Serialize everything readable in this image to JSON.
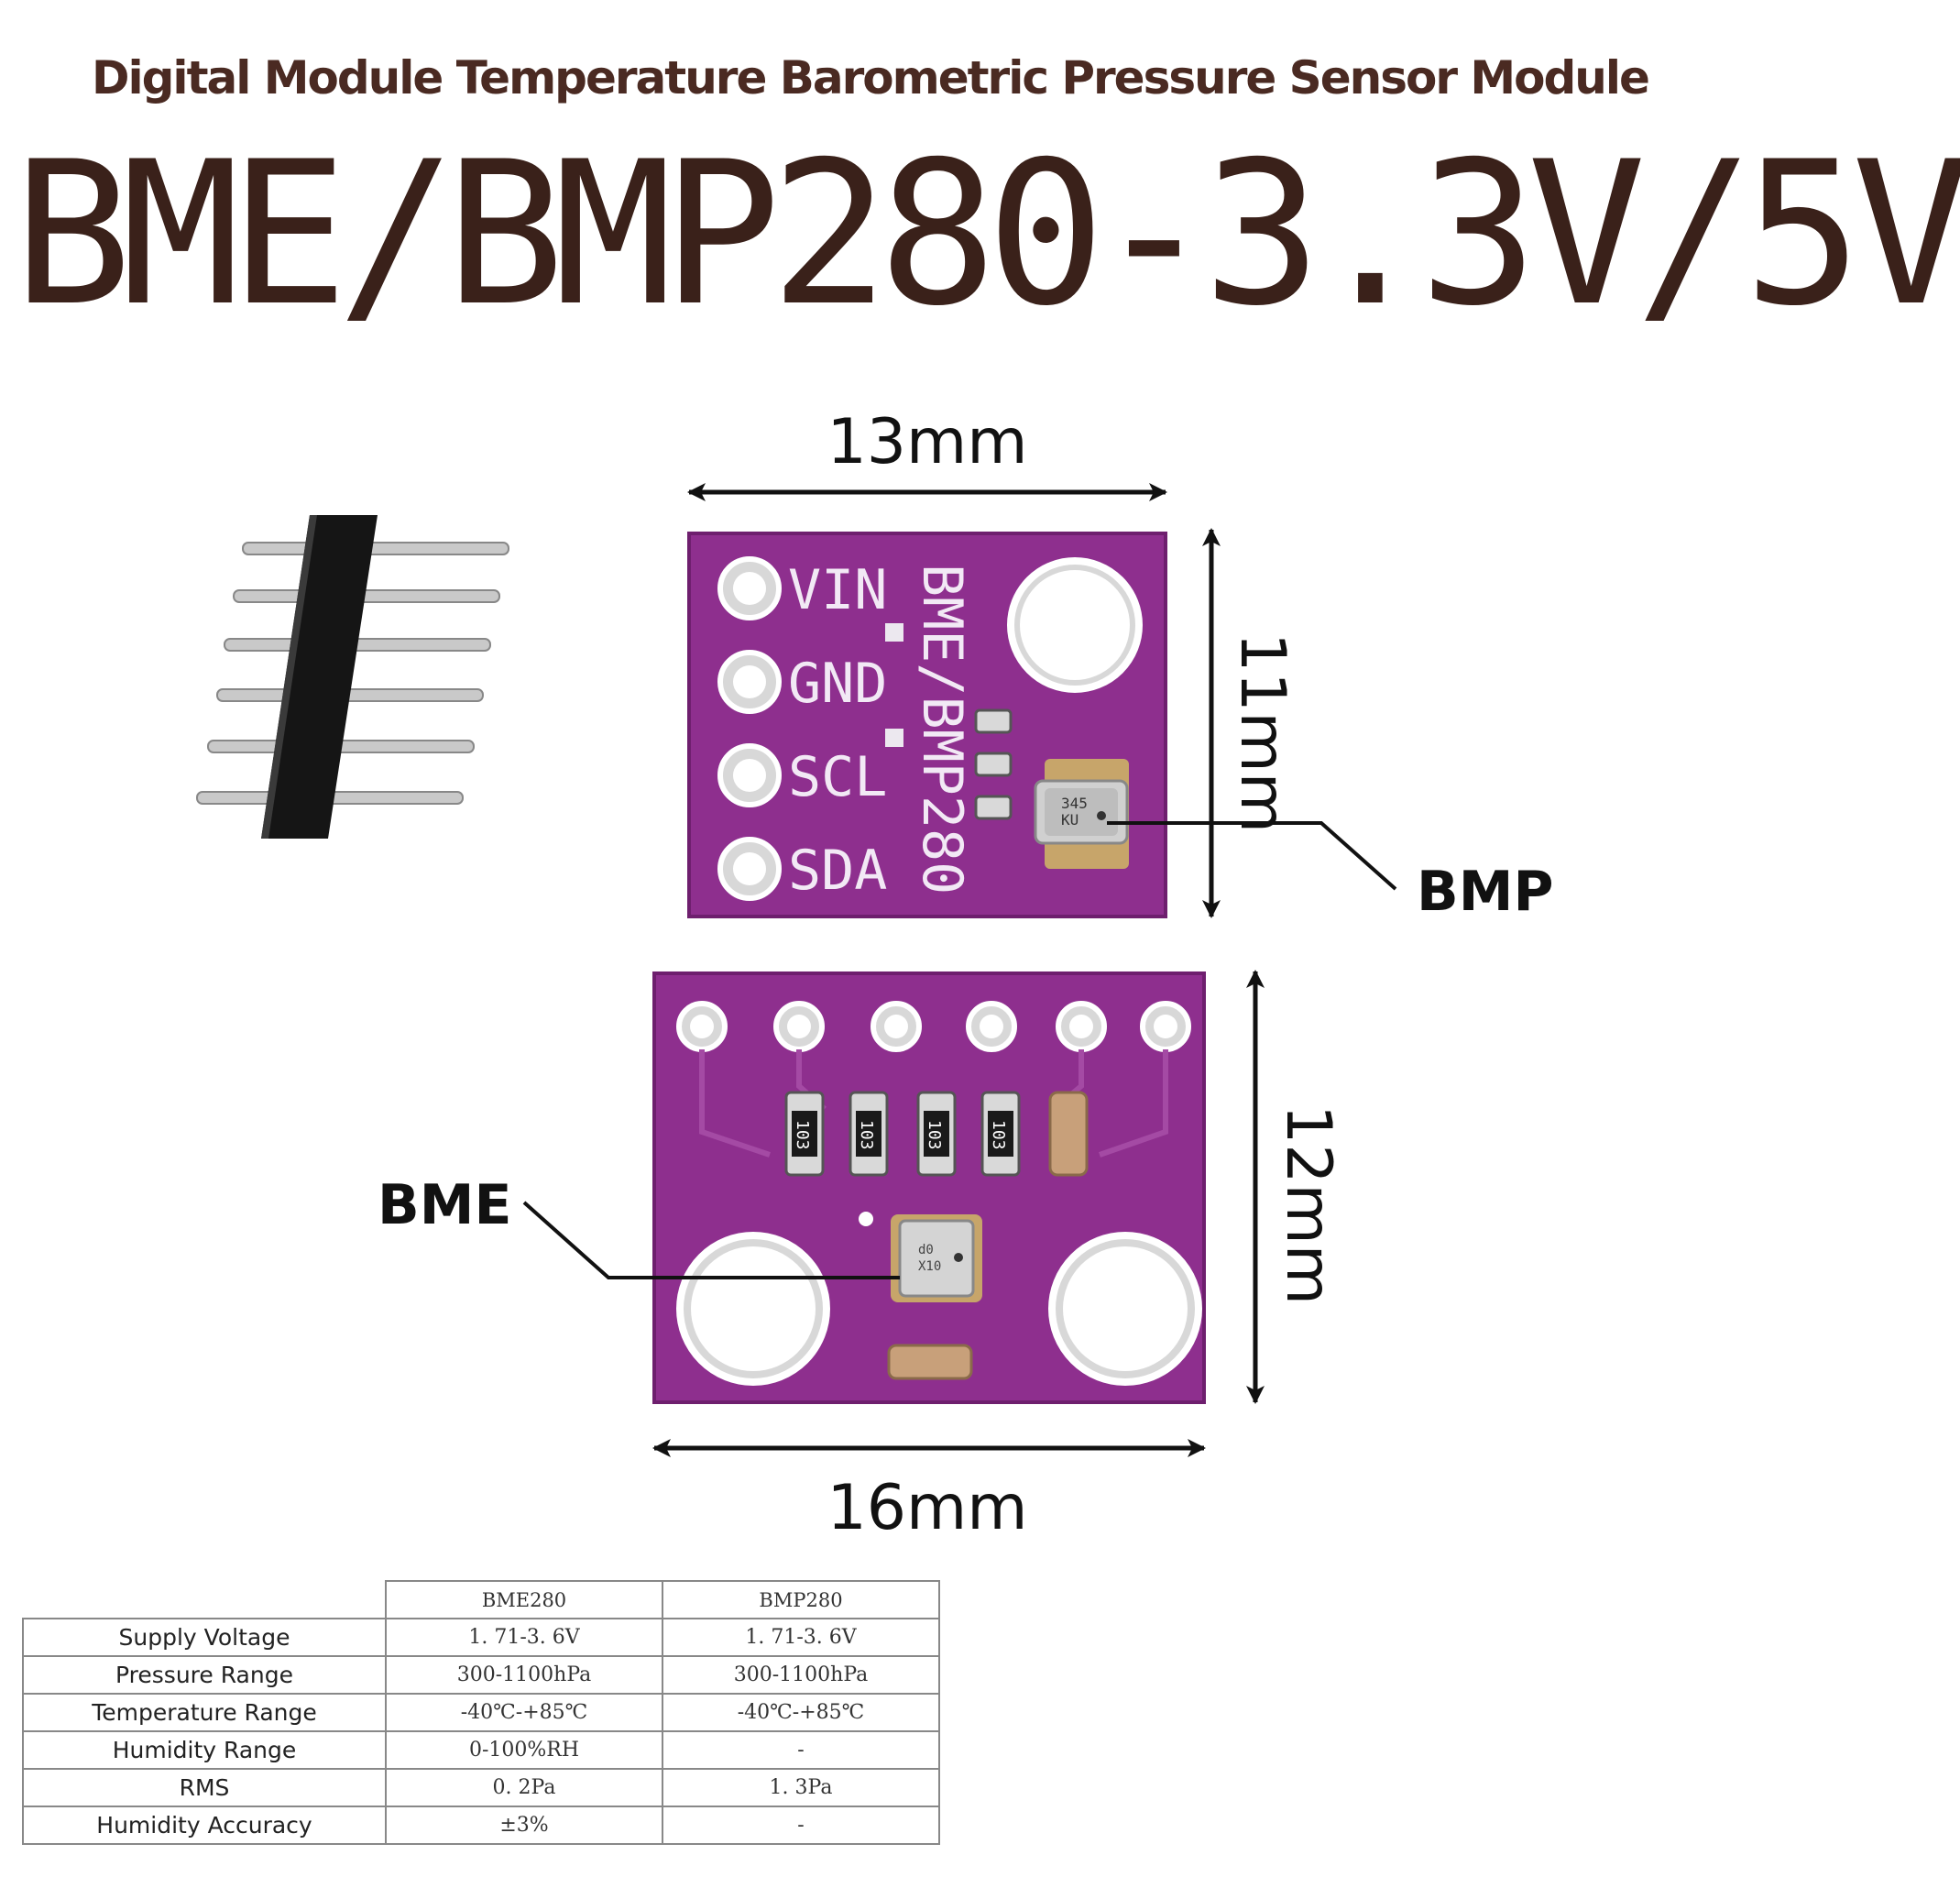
{
  "header": {
    "subtitle": "Digital Module Temperature Barometric Pressure Sensor Module",
    "title": "BME/BMP280-3.3V/5V"
  },
  "figure": {
    "top_board": {
      "pins": [
        "VIN",
        "GND",
        "SCL",
        "SDA"
      ],
      "silkscreen": "BME/BMP280",
      "chip_marking": [
        "345",
        "KU"
      ],
      "width_label": "13mm",
      "height_label": "11mm",
      "callout": "BMP"
    },
    "bottom_board": {
      "resistor_markings": [
        "103",
        "103",
        "103",
        "103"
      ],
      "chip_marking": [
        "d0",
        "X10"
      ],
      "width_label": "16mm",
      "height_label": "12mm",
      "callout": "BME"
    },
    "colors": {
      "pcb": "#8e2f8e",
      "pcb_dark": "#6e1f6e",
      "text": "#3a211a"
    },
    "icons": [
      "pin-header-icon"
    ]
  },
  "specs": {
    "columns": [
      "BME280",
      "BMP280"
    ],
    "rows": [
      {
        "label": "Supply Voltage",
        "bme": "1. 71-3. 6V",
        "bmp": "1. 71-3. 6V"
      },
      {
        "label": "Pressure Range",
        "bme": "300-1100hPa",
        "bmp": "300-1100hPa"
      },
      {
        "label": "Temperature Range",
        "bme": "-40℃-+85℃",
        "bmp": "-40℃-+85℃"
      },
      {
        "label": "Humidity Range",
        "bme": "0-100%RH",
        "bmp": "-"
      },
      {
        "label": "RMS",
        "bme": "0. 2Pa",
        "bmp": "1. 3Pa"
      },
      {
        "label": "Humidity Accuracy",
        "bme": "±3%",
        "bmp": "-"
      }
    ]
  }
}
